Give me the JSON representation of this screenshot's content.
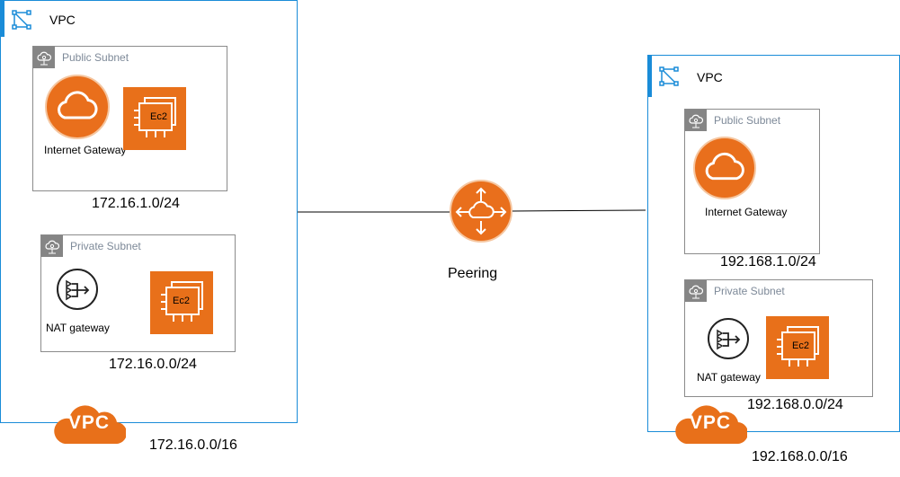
{
  "left_vpc": {
    "title": "VPC",
    "public_subnet": {
      "label": "Public Subnet",
      "gateway_label": "Internet Gateway",
      "ec2_label": "Ec2",
      "cidr": "172.16.1.0/24"
    },
    "private_subnet": {
      "label": "Private Subnet",
      "nat_label": "NAT gateway",
      "ec2_label": "Ec2",
      "cidr": "172.16.0.0/24"
    },
    "badge": "VPC",
    "cidr": "172.16.0.0/16"
  },
  "peering": {
    "label": "Peering"
  },
  "right_vpc": {
    "title": "VPC",
    "public_subnet": {
      "label": "Public Subnet",
      "gateway_label": "Internet Gateway",
      "cidr": "192.168.1.0/24"
    },
    "private_subnet": {
      "label": "Private Subnet",
      "nat_label": "NAT gateway",
      "ec2_label": "Ec2",
      "cidr": "192.168.0.0/24"
    },
    "badge": "VPC",
    "cidr": "192.168.0.0/16"
  },
  "colors": {
    "vpc_border": "#1a8cd8",
    "aws_orange": "#e8701a",
    "subnet_border": "#8b8b8b",
    "subnet_label": "#7d8998"
  },
  "icons": [
    "vpc-icon",
    "subnet-cloud-icon",
    "internet-gateway-icon",
    "ec2-chip-icon",
    "nat-gateway-icon",
    "peering-router-icon",
    "vpc-cloud-icon"
  ]
}
